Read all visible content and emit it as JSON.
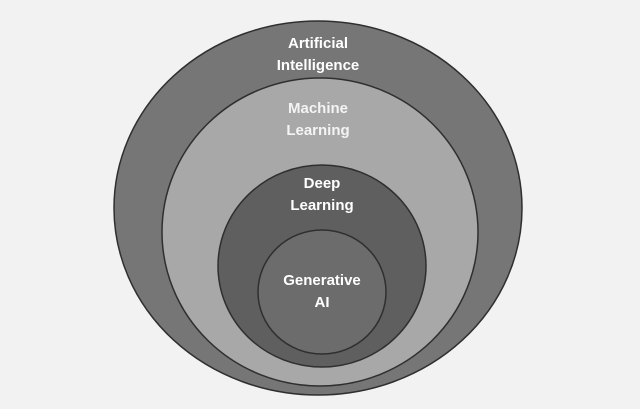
{
  "diagram": {
    "layers": [
      {
        "id": "ai",
        "lines": [
          "Artificial",
          "Intelligence"
        ],
        "fill": "#767676",
        "text_color": "#ffffff"
      },
      {
        "id": "ml",
        "lines": [
          "Machine",
          "Learning"
        ],
        "fill": "#a8a8a8",
        "text_color": "#f4f4f4"
      },
      {
        "id": "dl",
        "lines": [
          "Deep",
          "Learning"
        ],
        "fill": "#5f5f5f",
        "text_color": "#ffffff"
      },
      {
        "id": "gen",
        "lines": [
          "Generative",
          "AI"
        ],
        "fill": "#6c6c6c",
        "text_color": "#ffffff"
      }
    ],
    "stroke_color": "#2f2f2f",
    "background": "#f2f2f2"
  }
}
